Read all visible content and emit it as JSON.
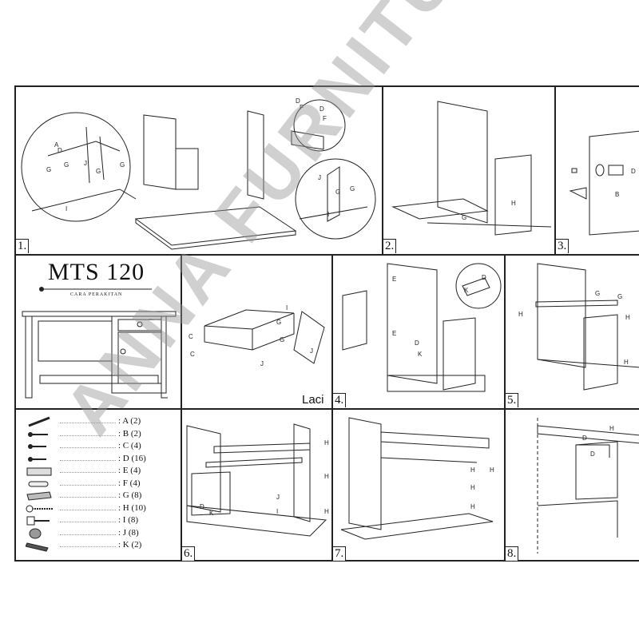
{
  "product": {
    "model": "MTS 120",
    "subtitle": "CARA PERAKITAN"
  },
  "watermark": "ANNA FURNITURE",
  "steps": [
    "1.",
    "2.",
    "3.",
    "4.",
    "5.",
    "6.",
    "7.",
    "8."
  ],
  "drawer_caption": "Laci",
  "parts": [
    {
      "label": ": A (2)",
      "icon": "long-bolt-icon"
    },
    {
      "label": ": B (2)",
      "icon": "short-screw-icon"
    },
    {
      "label": ": C (4)",
      "icon": "screw-icon"
    },
    {
      "label": ": D (16)",
      "icon": "screw-icon"
    },
    {
      "label": ": E (4)",
      "icon": "drawer-rail-icon"
    },
    {
      "label": ": F (4)",
      "icon": "wood-dowel-icon"
    },
    {
      "label": ": G (8)",
      "icon": "bracket-icon"
    },
    {
      "label": ": H (10)",
      "icon": "long-screw-icon"
    },
    {
      "label": ": I (8)",
      "icon": "cam-bolt-icon"
    },
    {
      "label": ": J (8)",
      "icon": "cam-lock-icon"
    },
    {
      "label": ": K (2)",
      "icon": "handle-icon"
    }
  ],
  "callouts": {
    "A": "A",
    "B": "B",
    "C": "C",
    "D": "D",
    "E": "E",
    "F": "F",
    "G": "G",
    "H": "H",
    "I": "I",
    "J": "J",
    "K": "K"
  }
}
